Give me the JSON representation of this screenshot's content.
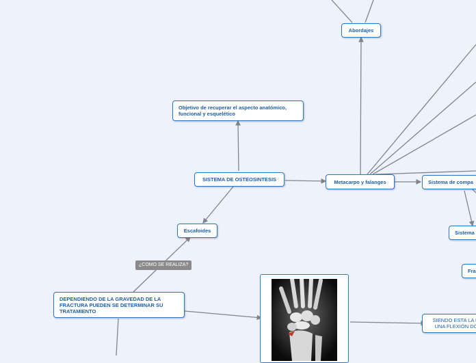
{
  "colors": {
    "background": "#eef2fb",
    "node_border": "#2e77c4",
    "node_text": "#1f5fa8",
    "connector": "#7d8590",
    "tag_bg": "#8a8a8a"
  },
  "nodes": {
    "abordajes": "Abordajes",
    "objetivo": "Objetivo de recuperar el aspecto anatómico,\nfuncional y esquelético",
    "sistema_osteosintesis": "SISTEMA DE OSTEOSINTESIS",
    "metacarpo": "Metacarpo y falanges",
    "sistema_compa": "Sistema de compa",
    "sistema_r": "Sistema",
    "fra": "Fra",
    "escafoides": "Escafoides",
    "dependiendo": "DEPENDIENDO DE LA GRAVEDAD DE LA\nFRACTURA PUEDEN SE DETERMINAR SU\nTRATAMIENTO",
    "siendo": "SIENDO ESTA LA M\nUNA FLEXIÓN DO"
  },
  "tags": {
    "como": "¿COMO SE REALIZA?"
  },
  "image": {
    "name": "wrist-xray",
    "description_icon": "xray-image"
  }
}
